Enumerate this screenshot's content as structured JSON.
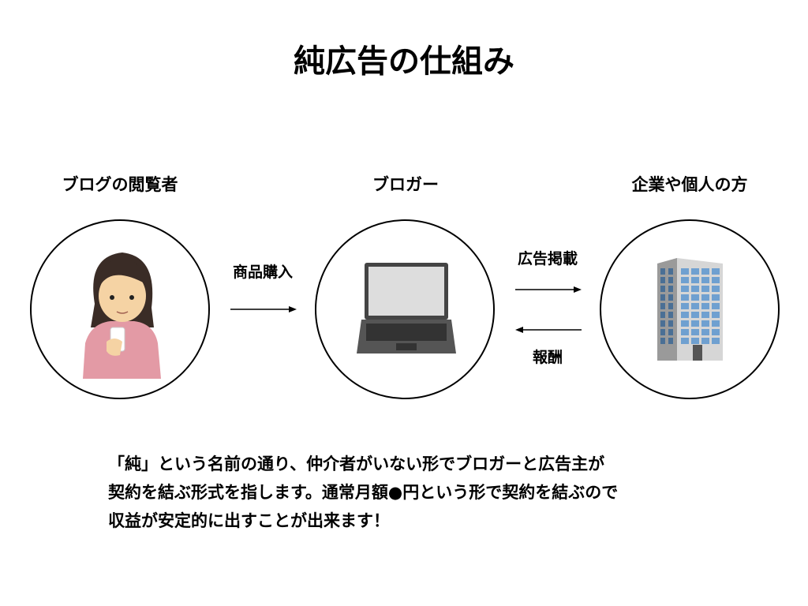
{
  "title": "純広告の仕組み",
  "actors": [
    {
      "label": "ブログの閲覧者",
      "icon": "person-with-phone-icon"
    },
    {
      "label": "ブロガー",
      "icon": "laptop-icon"
    },
    {
      "label": "企業や個人の方",
      "icon": "office-building-icon"
    }
  ],
  "flows": {
    "purchase": "商品購入",
    "ad_placement": "広告掲載",
    "reward": "報酬"
  },
  "description": [
    "「純」という名前の通り、仲介者がいない形でブロガーと広告主が",
    "契約を結ぶ形式を指します。通常月額●円という形で契約を結ぶので",
    "収益が安定的に出すことが出来ます！"
  ]
}
